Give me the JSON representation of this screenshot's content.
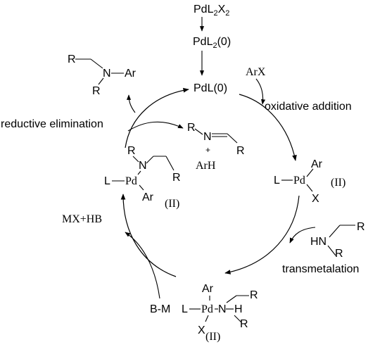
{
  "precatalyst": {
    "main": "PdL",
    "l_sub": "2",
    "x": "X",
    "x_sub": "2"
  },
  "pd0_l2": {
    "main": "PdL",
    "sub": "2",
    "tail": "(0)"
  },
  "pd0_l": "PdL(0)",
  "steps": {
    "oxidative_addition": "oxidative addition",
    "transmetalation": "transmetalation",
    "reductive_elimination": "reductive elimination"
  },
  "reagents": {
    "arx": "ArX",
    "bm": "B-M",
    "mx_hb": "MX+HB"
  },
  "amine": {
    "hn": "HN",
    "r1": "R",
    "r2": "R"
  },
  "product": {
    "r1": "R",
    "n": "N",
    "ar": "Ar",
    "r2": "R"
  },
  "side_product": {
    "r1": "R",
    "n": "N",
    "r2": "R",
    "plus": "+",
    "arh": "ArH"
  },
  "complex_oxadd": {
    "l": "L",
    "pd": "Pd",
    "ar": "Ar",
    "x": "X",
    "ox": "(II)"
  },
  "complex_amine": {
    "l": "L",
    "pd": "Pd",
    "ar": "Ar",
    "n": "N",
    "h": "H",
    "x": "X",
    "r1": "R",
    "r2": "R",
    "ox": "(II)"
  },
  "complex_amido": {
    "l": "L",
    "pd": "Pd",
    "ar": "Ar",
    "n": "N",
    "r1": "R",
    "r2": "R",
    "ox": "(II)"
  },
  "colors": {
    "ink": "#000000",
    "background": "#ffffff"
  }
}
